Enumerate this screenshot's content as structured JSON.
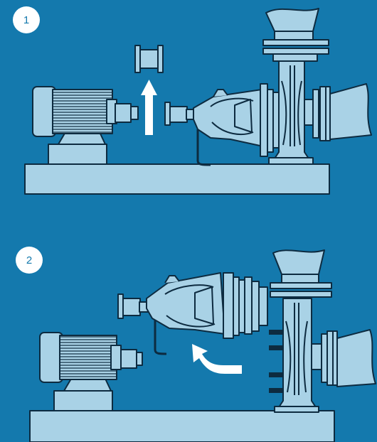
{
  "steps": [
    {
      "number": "1",
      "action": "remove-coupling-spacer",
      "arrow": "up-arrow"
    },
    {
      "number": "2",
      "action": "pull-out-bearing-unit",
      "arrow": "curved-arrow"
    }
  ],
  "colors": {
    "background": "#1479ad",
    "equipment_fill": "#a9d2e6",
    "outline": "#0d2b40",
    "arrow": "#ffffff",
    "badge": "#ffffff"
  }
}
